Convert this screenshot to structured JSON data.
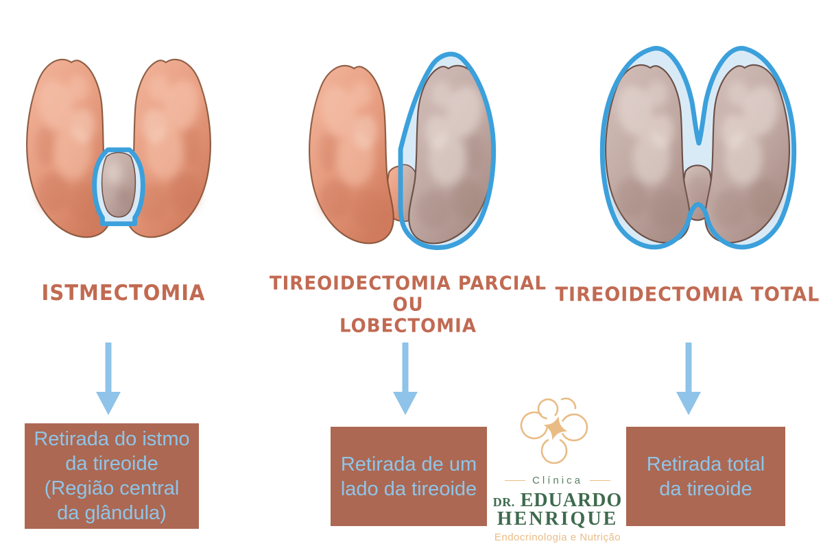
{
  "colors": {
    "title": "#C16A52",
    "box_bg": "#AC6852",
    "box_text": "#8FC5E9",
    "arrow": "#8FC3E9",
    "highlight_outline": "#3BA0DB",
    "highlight_fill": "#D9EAF7",
    "logo_green": "#3E6A4D",
    "logo_green_light": "#5A7F64",
    "logo_tan": "#E9BC86"
  },
  "columns": [
    {
      "id": "istmectomia",
      "title": "ISTMECTOMIA",
      "description": "Retirada do istmo\nda tireoide\n(Região central\nda glândula)",
      "illustration": "thyroid with isthmus outlined in blue"
    },
    {
      "id": "tireoidectomia-parcial-ou-lobectomia",
      "title": "TIREOIDECTOMIA PARCIAL\nOU\nLOBECTOMIA",
      "description": "Retirada de um\nlado da tireoide",
      "illustration": "thyroid with right lobe outlined in blue"
    },
    {
      "id": "tireoidectomia-total",
      "title": "TIREOIDECTOMIA TOTAL",
      "description": "Retirada total\nda tireoide",
      "illustration": "thyroid entirely outlined in blue"
    }
  ],
  "logo": {
    "clinic_label": "Clínica",
    "name_prefix": "DR.",
    "name_first": "EDUARDO",
    "name_last": "HENRIQUE",
    "tagline": "Endocrinologia e Nutrição"
  }
}
